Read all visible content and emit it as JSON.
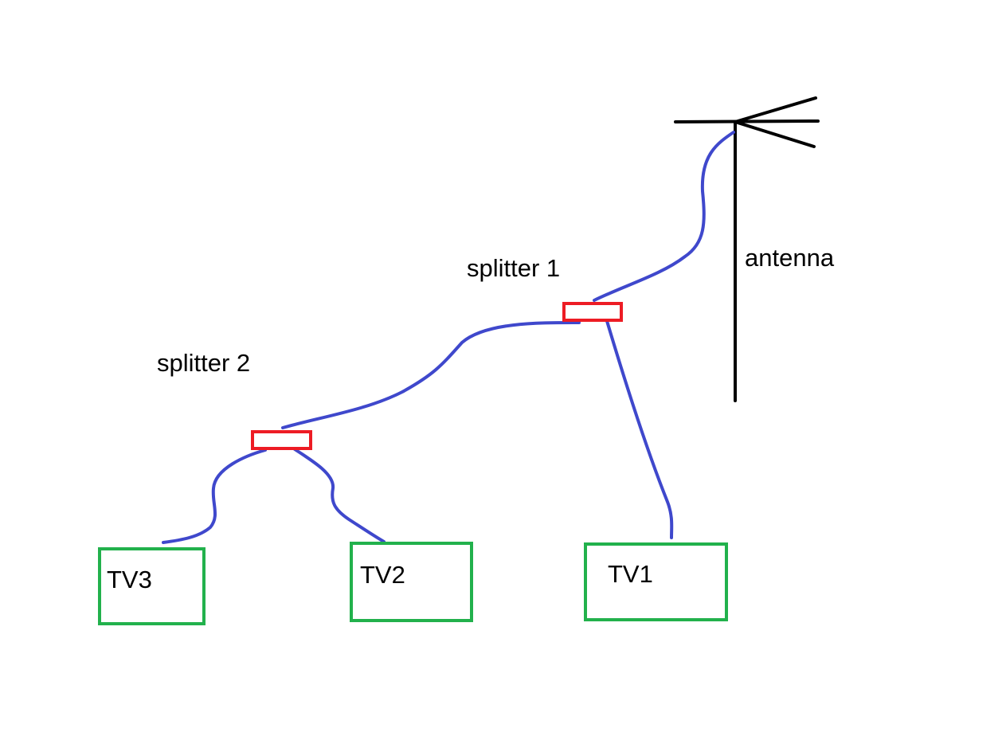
{
  "diagram": {
    "labels": {
      "antenna": "antenna",
      "splitter1": "splitter 1",
      "splitter2": "splitter 2",
      "tv1": "TV1",
      "tv2": "TV2",
      "tv3": "TV3"
    },
    "colors": {
      "background": "#ffffff",
      "antenna": "#000000",
      "cable": "#3f48cc",
      "splitter": "#ed1c24",
      "tv": "#22b14c",
      "text": "#000000"
    }
  }
}
